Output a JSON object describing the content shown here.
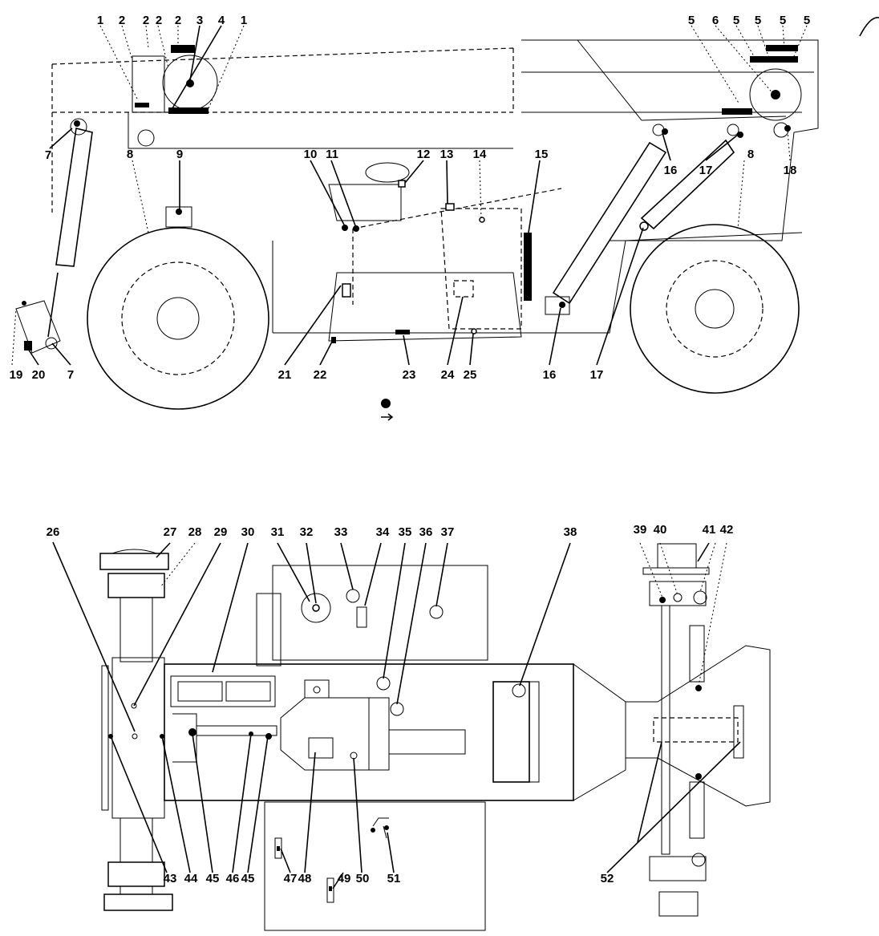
{
  "diagram": {
    "top_view_labels": [
      {
        "id": "t1a",
        "text": "1"
      },
      {
        "id": "t2a",
        "text": "2"
      },
      {
        "id": "t2b",
        "text": "2"
      },
      {
        "id": "t2c",
        "text": "2"
      },
      {
        "id": "t2d",
        "text": "2"
      },
      {
        "id": "t3",
        "text": "3"
      },
      {
        "id": "t4",
        "text": "4"
      },
      {
        "id": "t1b",
        "text": "1"
      },
      {
        "id": "t5a",
        "text": "5"
      },
      {
        "id": "t6",
        "text": "6"
      },
      {
        "id": "t5b",
        "text": "5"
      },
      {
        "id": "t5c",
        "text": "5"
      },
      {
        "id": "t5d",
        "text": "5"
      },
      {
        "id": "t5e",
        "text": "5"
      },
      {
        "id": "t5f",
        "text": "5"
      },
      {
        "id": "t7a",
        "text": "7"
      },
      {
        "id": "t8a",
        "text": "8"
      },
      {
        "id": "t9",
        "text": "9"
      },
      {
        "id": "t10",
        "text": "10"
      },
      {
        "id": "t11",
        "text": "11"
      },
      {
        "id": "t12",
        "text": "12"
      },
      {
        "id": "t13",
        "text": "13"
      },
      {
        "id": "t14",
        "text": "14"
      },
      {
        "id": "t15",
        "text": "15"
      },
      {
        "id": "t16a",
        "text": "16"
      },
      {
        "id": "t17a",
        "text": "17"
      },
      {
        "id": "t18",
        "text": "18"
      },
      {
        "id": "t8b",
        "text": "8"
      },
      {
        "id": "t19",
        "text": "19"
      },
      {
        "id": "t20",
        "text": "20"
      },
      {
        "id": "t7b",
        "text": "7"
      },
      {
        "id": "t21",
        "text": "21"
      },
      {
        "id": "t22",
        "text": "22"
      },
      {
        "id": "t23",
        "text": "23"
      },
      {
        "id": "t24",
        "text": "24"
      },
      {
        "id": "t25",
        "text": "25"
      },
      {
        "id": "t16b",
        "text": "16"
      },
      {
        "id": "t17b",
        "text": "17"
      }
    ],
    "bottom_view_labels": [
      {
        "id": "b26",
        "text": "26"
      },
      {
        "id": "b27",
        "text": "27"
      },
      {
        "id": "b28",
        "text": "28"
      },
      {
        "id": "b29",
        "text": "29"
      },
      {
        "id": "b30",
        "text": "30"
      },
      {
        "id": "b31",
        "text": "31"
      },
      {
        "id": "b32",
        "text": "32"
      },
      {
        "id": "b33",
        "text": "33"
      },
      {
        "id": "b34",
        "text": "34"
      },
      {
        "id": "b35",
        "text": "35"
      },
      {
        "id": "b36",
        "text": "36"
      },
      {
        "id": "b37",
        "text": "37"
      },
      {
        "id": "b38",
        "text": "38"
      },
      {
        "id": "b39",
        "text": "39"
      },
      {
        "id": "b40",
        "text": "40"
      },
      {
        "id": "b41",
        "text": "41"
      },
      {
        "id": "b42",
        "text": "42"
      },
      {
        "id": "b43",
        "text": "43"
      },
      {
        "id": "b44",
        "text": "44"
      },
      {
        "id": "b45a",
        "text": "45"
      },
      {
        "id": "b46",
        "text": "46"
      },
      {
        "id": "b45b",
        "text": "45"
      },
      {
        "id": "b47",
        "text": "47"
      },
      {
        "id": "b48",
        "text": "48"
      },
      {
        "id": "b49",
        "text": "49"
      },
      {
        "id": "b50",
        "text": "50"
      },
      {
        "id": "b51",
        "text": "51"
      },
      {
        "id": "b52",
        "text": "52"
      }
    ]
  }
}
